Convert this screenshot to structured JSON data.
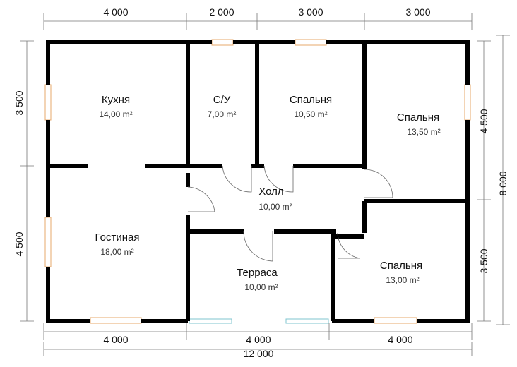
{
  "dimensions": {
    "top": [
      "4 000",
      "2 000",
      "3 000",
      "3 000"
    ],
    "bottom": [
      "4 000",
      "4 000",
      "4 000"
    ],
    "total": "12 000",
    "left": [
      "3 500",
      "4 500"
    ],
    "right_inner": [
      "4 500",
      "3 500"
    ],
    "right_total": "8 000"
  },
  "rooms": [
    {
      "name": "Кухня",
      "area": "14,00 m²"
    },
    {
      "name": "С/У",
      "area": "7,00 m²"
    },
    {
      "name": "Спальня",
      "area": "10,50 m²"
    },
    {
      "name": "Спальня",
      "area": "13,50 m²"
    },
    {
      "name": "Холл",
      "area": "10,00 m²"
    },
    {
      "name": "Гостиная",
      "area": "18,00 m²"
    },
    {
      "name": "Терраса",
      "area": "10,00 m²"
    },
    {
      "name": "Спальня",
      "area": "13,00 m²"
    }
  ]
}
